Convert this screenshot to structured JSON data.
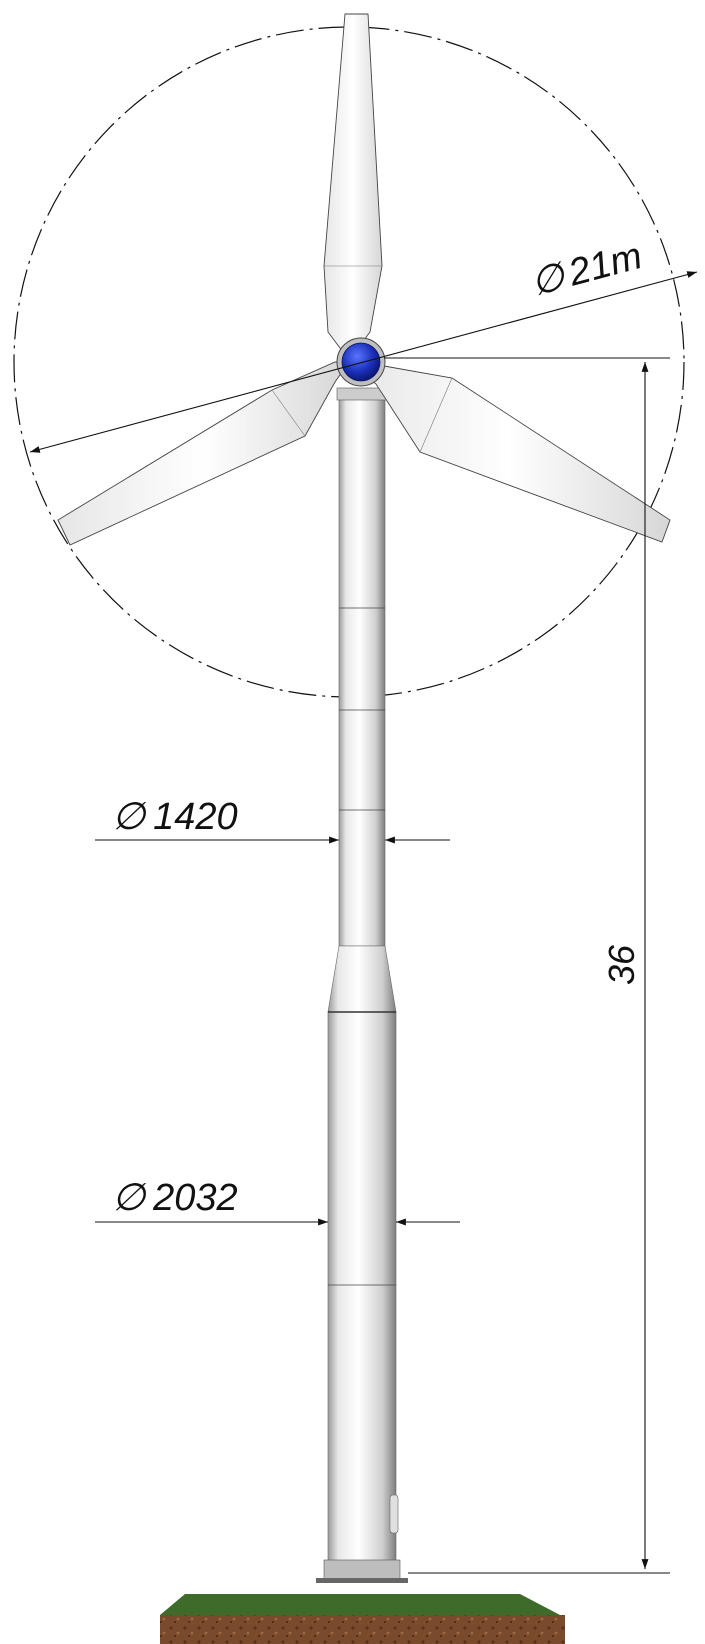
{
  "drawing": {
    "rotor_diameter_label": "21m",
    "upper_tower_diameter_label": "1420",
    "lower_tower_diameter_label": "2032",
    "hub_height_label": "36",
    "diameter_symbol": "∅",
    "colors": {
      "line": "#111111",
      "hub": "#1a2fb8",
      "tower_light": "#f2f2f2",
      "tower_dark": "#8a8a8a",
      "blade": "#f4f4f4",
      "grass": "#3f6b2a",
      "soil": "#7a4a2c"
    }
  }
}
